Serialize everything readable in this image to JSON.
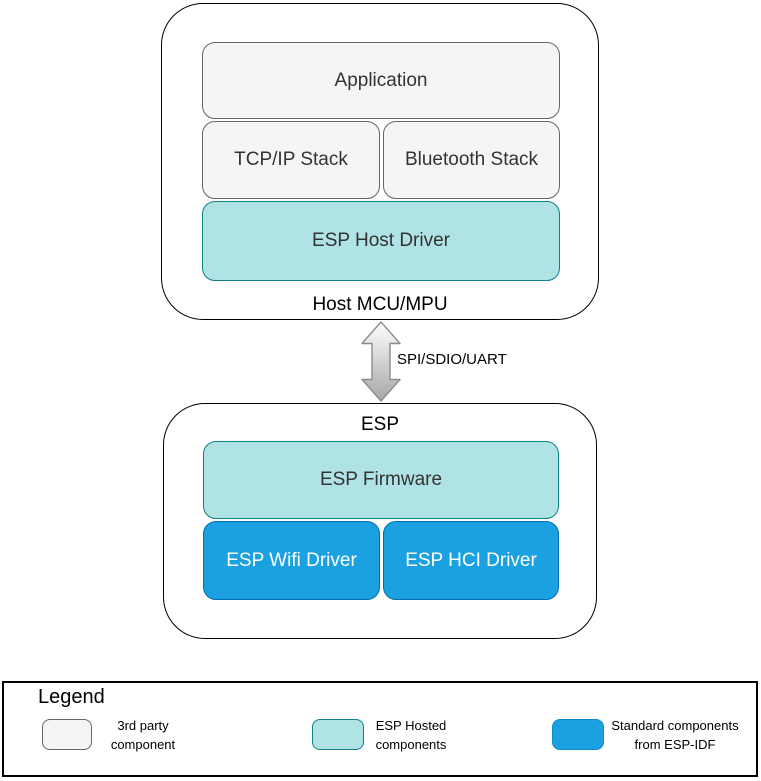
{
  "host": {
    "label": "Host MCU/MPU",
    "boxes": {
      "application": "Application",
      "tcpip_stack": "TCP/IP Stack",
      "bluetooth_stack": "Bluetooth Stack",
      "esp_host_driver": "ESP Host Driver"
    }
  },
  "link": {
    "label": "SPI/SDIO/UART"
  },
  "esp": {
    "label": "ESP",
    "boxes": {
      "firmware": "ESP Firmware",
      "wifi_driver": "ESP Wifi Driver",
      "hci_driver": "ESP HCI Driver"
    }
  },
  "legend": {
    "title": "Legend",
    "items": [
      {
        "label": "3rd party component",
        "color": "#F5F5F5"
      },
      {
        "label": "ESP Hosted components",
        "color": "#B0E3E5"
      },
      {
        "label": "Standard components from ESP-IDF",
        "color": "#1BA1E2"
      }
    ]
  },
  "palette": {
    "third_party_fill": "#F5F5F5",
    "esp_hosted_fill": "#B0E3E5",
    "esp_idf_fill": "#1BA1E2"
  }
}
